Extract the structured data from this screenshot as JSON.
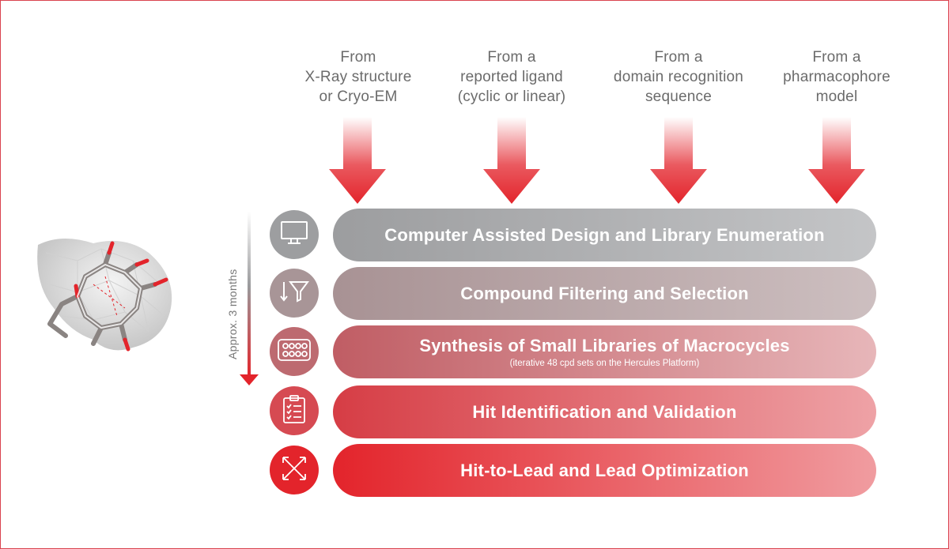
{
  "sources": [
    {
      "lines": [
        "From",
        "X-Ray structure",
        "or Cryo-EM"
      ]
    },
    {
      "lines": [
        "From a",
        "reported ligand",
        "(cyclic or linear)"
      ]
    },
    {
      "lines": [
        "From a",
        "domain recognition",
        "sequence"
      ]
    },
    {
      "lines": [
        "From a",
        "pharmacophore",
        "model"
      ]
    }
  ],
  "timeline": {
    "label": "Approx. 3 months"
  },
  "steps": [
    {
      "title": "Computer Assisted Design and Library Enumeration",
      "icon": "computer-monitor-icon"
    },
    {
      "title": "Compound Filtering and Selection",
      "icon": "funnel-filter-icon"
    },
    {
      "title": "Synthesis of Small Libraries of Macrocycles",
      "subtitle": "(iterative 48 cpd sets on the Hercules Platform)",
      "icon": "well-plate-icon"
    },
    {
      "title": "Hit Identification and Validation",
      "icon": "clipboard-checklist-icon"
    },
    {
      "title": "Hit-to-Lead and Lead Optimization",
      "icon": "optimize-arrows-icon"
    }
  ],
  "colors": {
    "accent_red": "#e3242b",
    "grey": "#a6a7a9",
    "label_grey": "#6b6b6b"
  }
}
